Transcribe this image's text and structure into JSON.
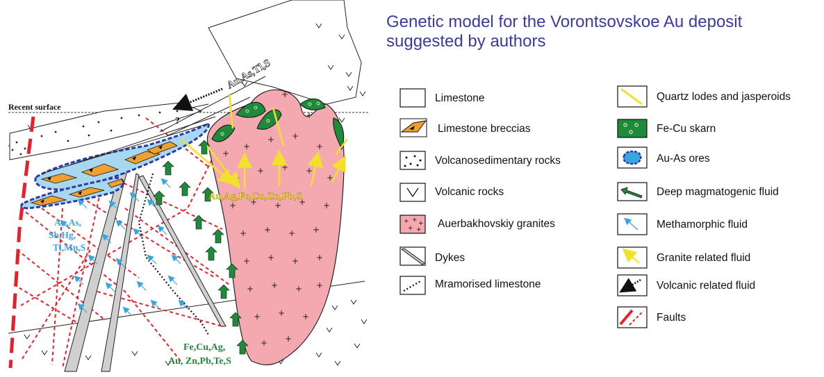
{
  "title": {
    "line1": "Genetic model for the Vorontsovskoe Au deposit",
    "line2": "suggested by authors"
  },
  "map_labels": {
    "recent_surface": "Recent surface",
    "question_mark": "?",
    "volcanic_element_set": "Au,As,Tl,S",
    "granite_element_set": "Au,Ag,Fe,Cu,Zn,Pb,S",
    "metamorphic_element_set": [
      "Au,As,",
      "Sb,Hg,",
      "Tl,Mn,S"
    ],
    "magmatic_element_set": [
      "Fe,Cu,Ag,",
      "Au, Zn,Pb,Te,S"
    ]
  },
  "legend_left": [
    {
      "symbol": "limestone",
      "label": "Limestone"
    },
    {
      "symbol": "limestone-breccias",
      "label": "Limestone breccias"
    },
    {
      "symbol": "volcanosedimentary",
      "label": "Volcanosedimentary rocks"
    },
    {
      "symbol": "volcanic",
      "label": "Volcanic rocks"
    },
    {
      "symbol": "granites",
      "label": "Auerbakhovskiy granites"
    },
    {
      "symbol": "dykes",
      "label": "Dykes"
    },
    {
      "symbol": "mramorised",
      "label": "Mramorised limestone"
    }
  ],
  "legend_right": [
    {
      "symbol": "quartz-lodes",
      "label": "Quartz lodes and jasperoids"
    },
    {
      "symbol": "skarn",
      "label": "Fe-Cu skarn"
    },
    {
      "symbol": "au-as-ores",
      "label": "Au-As ores"
    },
    {
      "symbol": "deep-fluid",
      "label": "Deep magmatogenic fluid"
    },
    {
      "symbol": "metamorphic-fluid",
      "label": "Methamorphic fluid"
    },
    {
      "symbol": "granite-fluid",
      "label": "Granite related fluid"
    },
    {
      "symbol": "volcanic-fluid",
      "label": "Volcanic related fluid"
    },
    {
      "symbol": "faults",
      "label": "Faults"
    }
  ],
  "colors": {
    "title": "#3a3aa0",
    "granite_fill": "#f4a9b0",
    "skarn_green": "#1f8a3a",
    "breccia_orange": "#f0a030",
    "ore_blue": "#2a3aa8",
    "ore_fill": "#a8d8f0",
    "metamorphic_arrow": "#3aa6e0",
    "granite_arrow": "#f2e02a",
    "fault_red": "#e8202a",
    "volcanic_label": "#ffffff"
  }
}
